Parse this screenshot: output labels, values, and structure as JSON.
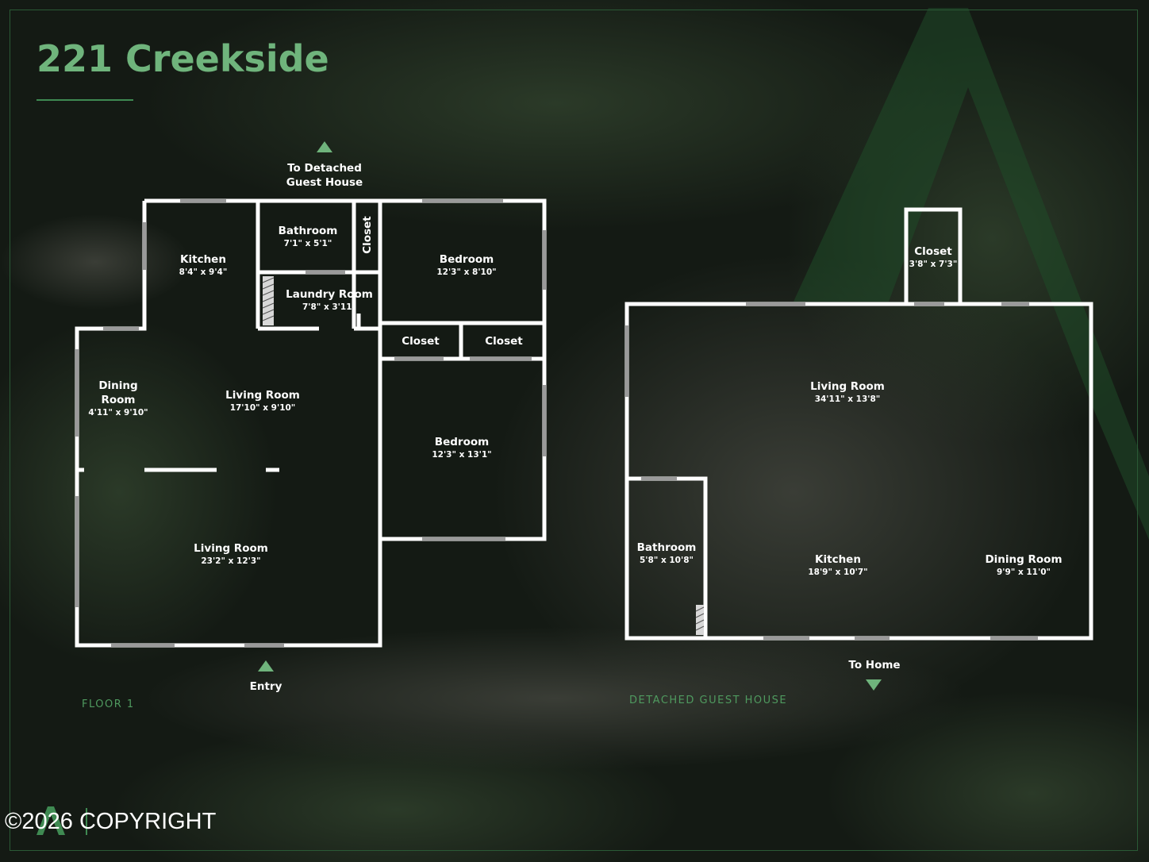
{
  "title": "221 Creekside",
  "colors": {
    "brand_green": "#6fb47c",
    "wall": "#ffffff",
    "background": "#121612"
  },
  "icons": {
    "direction_arrow": "triangle-icon",
    "logo": "mountain-logo-icon"
  },
  "floor1": {
    "label": "FLOOR 1",
    "rooms": {
      "kitchen": {
        "name": "Kitchen",
        "dims": "8'4\" x 9'4\""
      },
      "bathroom": {
        "name": "Bathroom",
        "dims": "7'1\" x 5'1\""
      },
      "closet_small": {
        "name": "Closet"
      },
      "bedroom_top": {
        "name": "Bedroom",
        "dims": "12'3\" x 8'10\""
      },
      "laundry": {
        "name": "Laundry Room",
        "dims": "7'8\" x 3'11\""
      },
      "closet_left": {
        "name": "Closet"
      },
      "closet_right": {
        "name": "Closet"
      },
      "dining": {
        "name": "Dining",
        "name2": "Room",
        "dims": "4'11\" x 9'10\""
      },
      "living_upper": {
        "name": "Living Room",
        "dims": "17'10\" x 9'10\""
      },
      "bedroom_lower": {
        "name": "Bedroom",
        "dims": "12'3\" x 13'1\""
      },
      "living_lower": {
        "name": "Living Room",
        "dims": "23'2\" x 12'3\""
      }
    },
    "to_guest": {
      "line1": "To Detached",
      "line2": "Guest House"
    },
    "entry": "Entry"
  },
  "guest": {
    "label": "DETACHED GUEST HOUSE",
    "rooms": {
      "closet": {
        "name": "Closet",
        "dims": "3'8\" x 7'3\""
      },
      "living": {
        "name": "Living Room",
        "dims": "34'11\" x 13'8\""
      },
      "bathroom": {
        "name": "Bathroom",
        "dims": "5'8\" x 10'8\""
      },
      "kitchen": {
        "name": "Kitchen",
        "dims": "18'9\" x 10'7\""
      },
      "dining": {
        "name": "Dining Room",
        "dims": "9'9\" x 11'0\""
      }
    },
    "to_home": "To Home"
  },
  "copyright": "©2026 COPYRIGHT"
}
